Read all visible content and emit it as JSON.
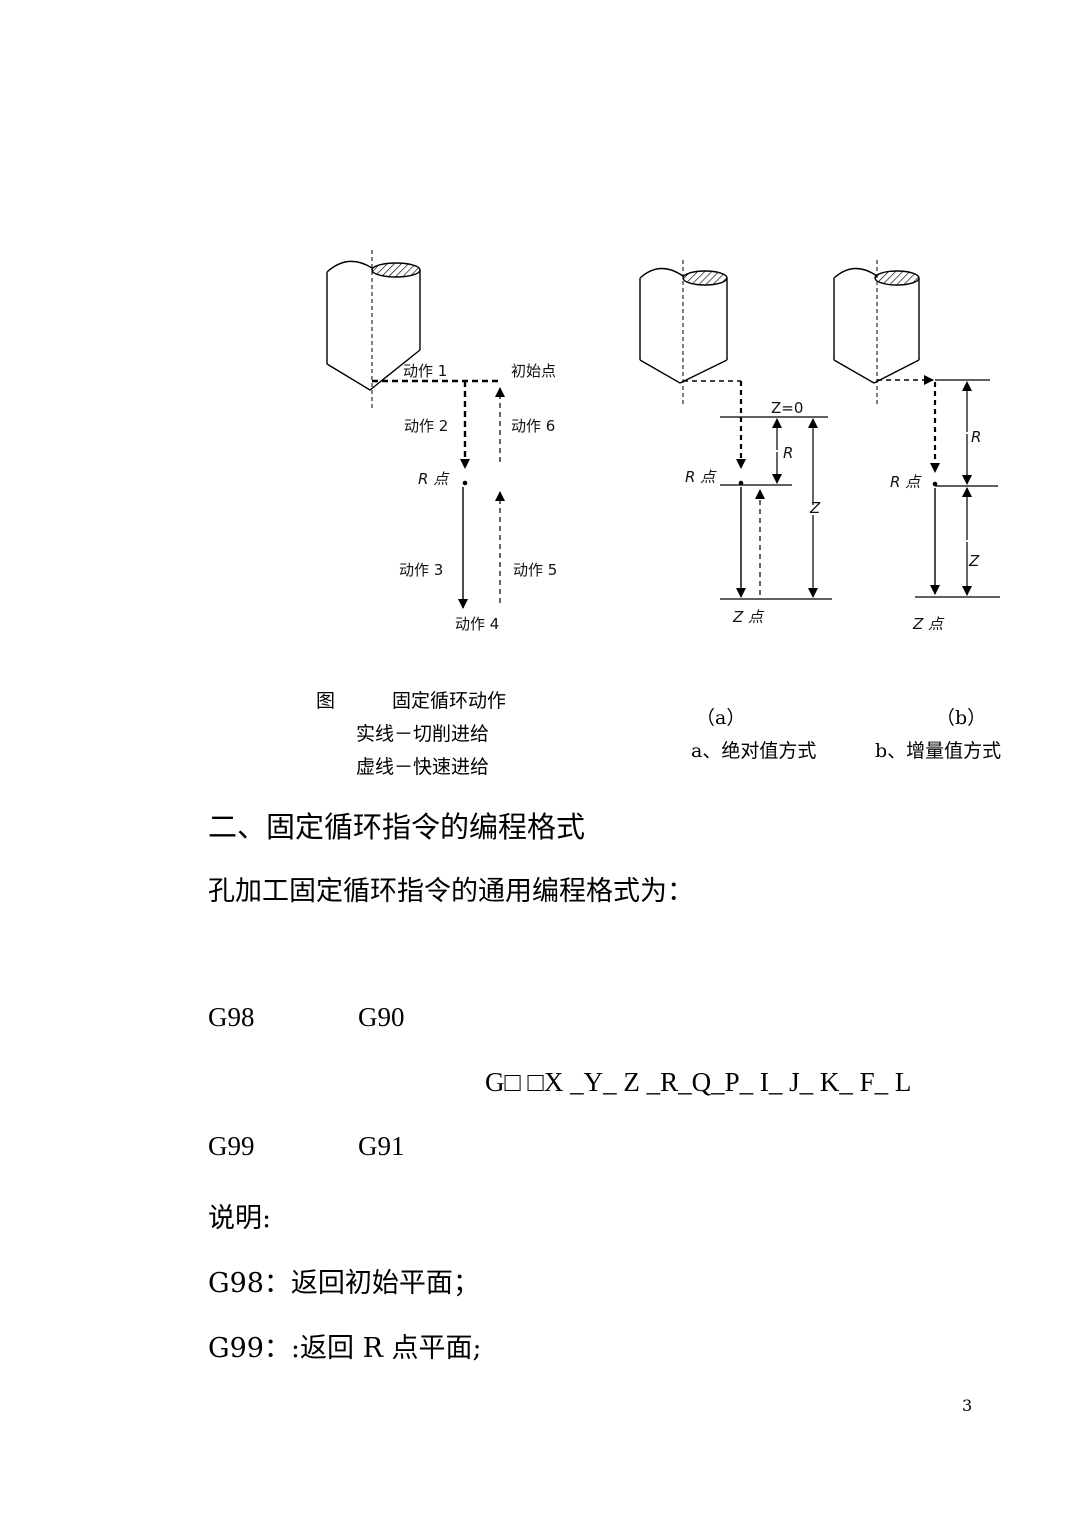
{
  "fig1": {
    "labels": {
      "action1": "动作 1",
      "initial_point": "初始点",
      "action2": "动作 2",
      "action6": "动作 6",
      "r_point": "R 点",
      "action3": "动作 3",
      "action5": "动作 5",
      "action4": "动作 4"
    },
    "caption": {
      "fig_label": "图",
      "title": "固定循环动作",
      "line1": "实线－切削进给",
      "line2": "虚线－快速进给"
    }
  },
  "fig_a": {
    "labels": {
      "z_zero": "Z=0",
      "r": "R",
      "r_point": "R 点",
      "z": "Z",
      "z_point": "Z 点"
    },
    "caption": {
      "tag": "（a）",
      "text": "a、绝对值方式"
    }
  },
  "fig_b": {
    "labels": {
      "r": "R",
      "r_point": "R 点",
      "z": "Z",
      "z_point": "Z 点"
    },
    "caption": {
      "tag": "（b）",
      "text": "b、增量值方式"
    }
  },
  "section": {
    "heading": "二、固定循环指令的编程格式",
    "intro": "孔加工固定循环指令的通用编程格式为："
  },
  "format": {
    "g98": "G98",
    "g99": "G99",
    "g90": "G90",
    "g91": "G91",
    "command": "G□ □X _Y_ Z _R_Q_P_ I_ J_ K_ F_ L"
  },
  "notes": {
    "title": "说明:",
    "items": [
      "G98：返回初始平面；",
      "G99：:返回 R 点平面;"
    ]
  },
  "page_number": "3"
}
